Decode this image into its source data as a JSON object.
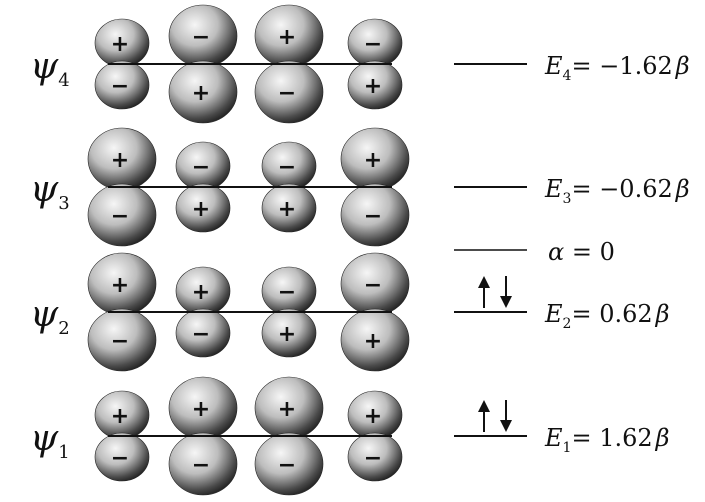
{
  "orbitals": [
    {
      "name": "ψ",
      "index": "4",
      "signs_top": [
        "+",
        "−",
        "+",
        "−"
      ],
      "signs_bottom": [
        "−",
        "+",
        "−",
        "+"
      ],
      "lobe_size": [
        "small",
        "large",
        "large",
        "small"
      ],
      "energy": {
        "symbol": "E",
        "index": "4",
        "value": "= −1.62",
        "unit": "β"
      },
      "electrons": 0
    },
    {
      "name": "ψ",
      "index": "3",
      "signs_top": [
        "+",
        "−",
        "−",
        "+"
      ],
      "signs_bottom": [
        "−",
        "+",
        "+",
        "−"
      ],
      "lobe_size": [
        "large",
        "small",
        "small",
        "large"
      ],
      "energy": {
        "symbol": "E",
        "index": "3",
        "value": "= −0.62",
        "unit": "β"
      },
      "electrons": 0
    },
    {
      "name": "ψ",
      "index": "2",
      "signs_top": [
        "+",
        "+",
        "−",
        "−"
      ],
      "signs_bottom": [
        "−",
        "−",
        "+",
        "+"
      ],
      "lobe_size": [
        "large",
        "small",
        "small",
        "large"
      ],
      "energy": {
        "symbol": "E",
        "index": "2",
        "value": "= 0.62",
        "unit": "β"
      },
      "electrons": 2
    },
    {
      "name": "ψ",
      "index": "1",
      "signs_top": [
        "+",
        "+",
        "+",
        "+"
      ],
      "signs_bottom": [
        "−",
        "−",
        "−",
        "−"
      ],
      "lobe_size": [
        "small",
        "large",
        "large",
        "small"
      ],
      "energy": {
        "symbol": "E",
        "index": "1",
        "value": "= 1.62",
        "unit": "β"
      },
      "electrons": 2
    }
  ],
  "alpha_level": {
    "symbol": "α",
    "value": " = 0"
  },
  "colors": {
    "lobe_light": "#f4f4f4",
    "lobe_dark": "#1a1a1a",
    "ink": "#111111"
  }
}
